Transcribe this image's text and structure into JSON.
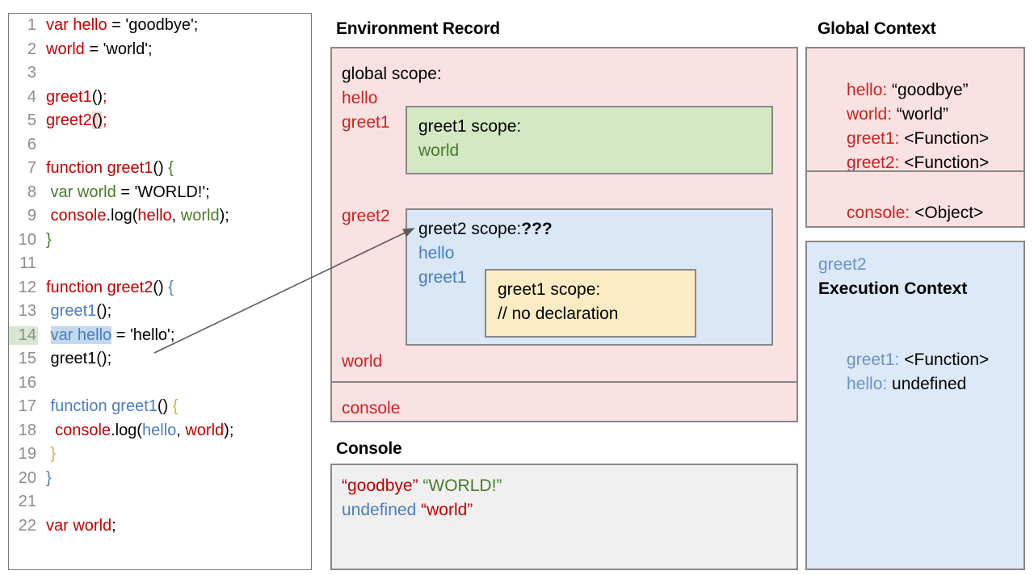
{
  "code_panel": {
    "lines": [
      {
        "n": "1",
        "ln_highlight": false,
        "tokens": [
          {
            "t": "var hello",
            "c": "red"
          },
          {
            "t": " = 'goodbye';",
            "c": "black"
          }
        ]
      },
      {
        "n": "2",
        "ln_highlight": false,
        "tokens": [
          {
            "t": "world",
            "c": "red"
          },
          {
            "t": " = 'world';",
            "c": "black"
          }
        ]
      },
      {
        "n": "3",
        "ln_highlight": false,
        "tokens": []
      },
      {
        "n": "4",
        "ln_highlight": false,
        "tokens": [
          {
            "t": "greet1",
            "c": "red"
          },
          {
            "t": "()",
            "c": "black"
          },
          {
            "t": ";",
            "c": "red"
          }
        ]
      },
      {
        "n": "5",
        "ln_highlight": false,
        "tokens": [
          {
            "t": "greet2",
            "c": "red"
          },
          {
            "t": "()",
            "c": "black",
            "bg": "pink"
          },
          {
            "t": ";",
            "c": "red"
          }
        ]
      },
      {
        "n": "6",
        "ln_highlight": false,
        "tokens": []
      },
      {
        "n": "7",
        "ln_highlight": false,
        "tokens": [
          {
            "t": "function greet1",
            "c": "red"
          },
          {
            "t": "() ",
            "c": "black"
          },
          {
            "t": "{",
            "c": "green"
          }
        ]
      },
      {
        "n": "8",
        "ln_highlight": false,
        "tokens": [
          {
            "t": " var world",
            "c": "green"
          },
          {
            "t": " = 'WORLD!';",
            "c": "black"
          }
        ]
      },
      {
        "n": "9",
        "ln_highlight": false,
        "tokens": [
          {
            "t": " console",
            "c": "red"
          },
          {
            "t": ".log(",
            "c": "black"
          },
          {
            "t": "hello",
            "c": "red"
          },
          {
            "t": ", ",
            "c": "black"
          },
          {
            "t": "world",
            "c": "green"
          },
          {
            "t": ");",
            "c": "black"
          }
        ]
      },
      {
        "n": "10",
        "ln_highlight": false,
        "tokens": [
          {
            "t": "}",
            "c": "green"
          }
        ]
      },
      {
        "n": "11",
        "ln_highlight": false,
        "tokens": []
      },
      {
        "n": "12",
        "ln_highlight": false,
        "tokens": [
          {
            "t": "function greet2",
            "c": "red"
          },
          {
            "t": "() ",
            "c": "black"
          },
          {
            "t": "{",
            "c": "blue"
          }
        ]
      },
      {
        "n": "13",
        "ln_highlight": false,
        "tokens": [
          {
            "t": " greet1",
            "c": "blue"
          },
          {
            "t": "();",
            "c": "black"
          }
        ]
      },
      {
        "n": "14",
        "ln_highlight": true,
        "tokens": [
          {
            "t": " ",
            "c": "black"
          },
          {
            "t": "var hello",
            "c": "blue",
            "bg": "blue"
          },
          {
            "t": " = 'hello';",
            "c": "black"
          }
        ]
      },
      {
        "n": "15",
        "ln_highlight": false,
        "tokens": [
          {
            "t": " greet1();",
            "c": "black"
          }
        ]
      },
      {
        "n": "16",
        "ln_highlight": false,
        "tokens": []
      },
      {
        "n": "17",
        "ln_highlight": false,
        "tokens": [
          {
            "t": " function greet1",
            "c": "blue"
          },
          {
            "t": "() ",
            "c": "black"
          },
          {
            "t": "{",
            "c": "gold"
          }
        ]
      },
      {
        "n": "18",
        "ln_highlight": false,
        "tokens": [
          {
            "t": "  console",
            "c": "red"
          },
          {
            "t": ".log(",
            "c": "black"
          },
          {
            "t": "hello",
            "c": "blue"
          },
          {
            "t": ", ",
            "c": "black"
          },
          {
            "t": "world",
            "c": "red"
          },
          {
            "t": ");",
            "c": "black"
          }
        ]
      },
      {
        "n": "19",
        "ln_highlight": false,
        "tokens": [
          {
            "t": " }",
            "c": "gold"
          }
        ]
      },
      {
        "n": "20",
        "ln_highlight": false,
        "tokens": [
          {
            "t": "}",
            "c": "blue"
          }
        ]
      },
      {
        "n": "21",
        "ln_highlight": false,
        "tokens": []
      },
      {
        "n": "22",
        "ln_highlight": false,
        "tokens": [
          {
            "t": "var world",
            "c": "red"
          },
          {
            "t": ";",
            "c": "black"
          }
        ]
      }
    ]
  },
  "environment_record": {
    "title": "Environment Record",
    "global_scope_label": "global scope:",
    "bindings": [
      "hello",
      "greet1",
      "greet2",
      "world"
    ],
    "console_binding": "console",
    "greet1_scope": {
      "head": "greet1 scope:",
      "vars": [
        "world"
      ]
    },
    "greet2_scope": {
      "head": "greet2 scope:",
      "head_suffix": "???",
      "vars": [
        "hello",
        "greet1"
      ],
      "inner": {
        "head": "greet1 scope:",
        "note": "// no declaration"
      }
    }
  },
  "console_panel": {
    "title": "Console",
    "lines": [
      [
        {
          "t": "“goodbye”",
          "c": "red"
        },
        {
          "t": " ",
          "c": "black"
        },
        {
          "t": "“WORLD!”",
          "c": "green"
        }
      ],
      [
        {
          "t": "undefined",
          "c": "blue"
        },
        {
          "t": " ",
          "c": "black"
        },
        {
          "t": "“world”",
          "c": "red"
        }
      ]
    ]
  },
  "global_context": {
    "title": "Global Context",
    "entries": [
      {
        "key": "hello:",
        "value": " “goodbye”"
      },
      {
        "key": "world:",
        "value": " “world”"
      },
      {
        "key": "greet1:",
        "value": " <Function>"
      },
      {
        "key": "greet2:",
        "value": " <Function>"
      }
    ],
    "object_entries": [
      {
        "key": "console:",
        "value": " <Object>"
      }
    ]
  },
  "execution_context": {
    "name": "greet2",
    "title": "Execution Context",
    "entries": [
      {
        "key": "greet1:",
        "value": " <Function>"
      },
      {
        "key": "hello:",
        "value": " undefined"
      }
    ]
  },
  "colors": {
    "red": "#c00000",
    "bright_red": "#cc2222",
    "green": "#4a7a2a",
    "blue": "#4a7ebb",
    "gold": "#d6b33c",
    "gray": "#8c8c8c",
    "env_bg": "#fbe2e2",
    "greet1_scope_bg": "#d4e8c4",
    "greet2_scope_bg": "#d9e7f7",
    "inner_scope_bg": "#fcecc4",
    "console_bg": "#f0f0f0",
    "exec_ctx_bg": "#dce9f8",
    "border": "#888888"
  }
}
